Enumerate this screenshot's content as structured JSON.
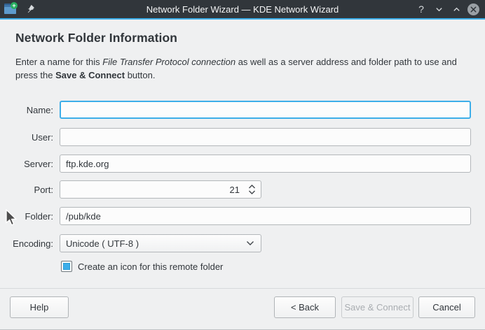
{
  "titlebar": {
    "title": "Network Folder Wizard — KDE Network Wizard",
    "help_glyph": "?"
  },
  "heading": "Network Folder Information",
  "intro": {
    "text_1": "Enter a name for this ",
    "emphasis": "File Transfer Protocol connection",
    "text_2": " as well as a server address and folder path to use and press the ",
    "strong": "Save & Connect",
    "text_3": " button."
  },
  "form": {
    "name": {
      "label": "Name:",
      "value": ""
    },
    "user": {
      "label": "User:",
      "value": ""
    },
    "server": {
      "label": "Server:",
      "value": "ftp.kde.org"
    },
    "port": {
      "label": "Port:",
      "value": "21"
    },
    "folder": {
      "label": "Folder:",
      "value": "/pub/kde"
    },
    "encoding": {
      "label": "Encoding:",
      "value": "Unicode ( UTF-8 )"
    },
    "create_icon_checkbox": {
      "label": "Create an icon for this remote folder",
      "checked": true
    }
  },
  "buttons": {
    "help": "Help",
    "back": "< Back",
    "save_connect": "Save & Connect",
    "cancel": "Cancel"
  },
  "colors": {
    "accent": "#3daee9",
    "titlebar_bg": "#31363b",
    "window_bg": "#eff0f1",
    "text": "#31363b",
    "disabled_text": "#a9adb1"
  }
}
